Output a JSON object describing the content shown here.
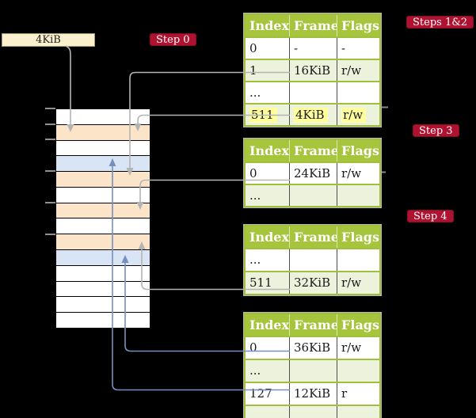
{
  "frame_box": {
    "label": "4KiB"
  },
  "step_labels": [
    {
      "id": "step-0",
      "text": "Step 0"
    },
    {
      "id": "steps-1-2",
      "text": "Steps 1&2"
    },
    {
      "id": "step-3",
      "text": "Step 3"
    },
    {
      "id": "step-4",
      "text": "Step 4"
    }
  ],
  "page_tables": [
    {
      "id": "steps-1-2",
      "headers": [
        "Index",
        "Frame",
        "Flags"
      ],
      "rows": [
        {
          "index": "0",
          "frame": "-",
          "flags": "-",
          "shaded": false,
          "highlighted": false
        },
        {
          "index": "1",
          "frame": "16KiB",
          "flags": "r/w",
          "shaded": true,
          "highlighted": false
        },
        {
          "index": "...",
          "frame": "",
          "flags": "",
          "shaded": false,
          "highlighted": false
        },
        {
          "index": "511",
          "frame": "4KiB",
          "flags": "r/w",
          "shaded": true,
          "highlighted": true
        }
      ]
    },
    {
      "id": "step-3",
      "headers": [
        "Index",
        "Frame",
        "Flags"
      ],
      "rows": [
        {
          "index": "0",
          "frame": "24KiB",
          "flags": "r/w",
          "shaded": false,
          "highlighted": false
        },
        {
          "index": "...",
          "frame": "",
          "flags": "",
          "shaded": true,
          "highlighted": false
        }
      ]
    },
    {
      "id": "step-4",
      "headers": [
        "Index",
        "Frame",
        "Flags"
      ],
      "rows": [
        {
          "index": "...",
          "frame": "",
          "flags": "",
          "shaded": false,
          "highlighted": false
        },
        {
          "index": "511",
          "frame": "32KiB",
          "flags": "r/w",
          "shaded": true,
          "highlighted": false
        }
      ]
    },
    {
      "id": "final",
      "headers": [
        "Index",
        "Frame",
        "Flags"
      ],
      "rows": [
        {
          "index": "0",
          "frame": "36KiB",
          "flags": "r/w",
          "shaded": false,
          "highlighted": false
        },
        {
          "index": "...",
          "frame": "",
          "flags": "",
          "shaded": true,
          "highlighted": false
        },
        {
          "index": "127",
          "frame": "12KiB",
          "flags": "r",
          "shaded": false,
          "highlighted": false
        },
        {
          "index": "...",
          "frame": "",
          "flags": "",
          "shaded": true,
          "highlighted": false
        }
      ]
    }
  ],
  "memory_column": {
    "rows": [
      {
        "kind": "free"
      },
      {
        "kind": "page_table"
      },
      {
        "kind": "free"
      },
      {
        "kind": "data"
      },
      {
        "kind": "page_table"
      },
      {
        "kind": "free"
      },
      {
        "kind": "page_table"
      },
      {
        "kind": "free"
      },
      {
        "kind": "page_table"
      },
      {
        "kind": "data"
      },
      {
        "kind": "free"
      },
      {
        "kind": "free"
      },
      {
        "kind": "free"
      },
      {
        "kind": "free"
      }
    ]
  },
  "connections": [
    {
      "id": "label-to-4kib-frame",
      "color": "gray"
    },
    {
      "id": "pt1-idx1-to-16kib-frame",
      "color": "gray"
    },
    {
      "id": "pt1-idx511-to-4kib-frame",
      "color": "gray"
    },
    {
      "id": "pt2-idx0-to-24kib-frame",
      "color": "gray"
    },
    {
      "id": "pt3-idx511-to-32kib-frame",
      "color": "gray"
    },
    {
      "id": "pt4-idx0-to-36kib-frame",
      "color": "blue"
    },
    {
      "id": "pt4-idx127-to-12kib-frame",
      "color": "blue"
    }
  ],
  "colors": {
    "header_green": "#a6c43c",
    "table_border_green": "#a0bf3a",
    "row_green": "#edf2dc",
    "highlight_yellow": "#ffff9d",
    "page_table_frame": "#fce4c8",
    "data_frame": "#d9e5f4",
    "frame_box_cream": "#fbf0cd",
    "label_red": "#ae1230",
    "arrow_gray": "#b4b4b4",
    "arrow_blue": "#7590bf"
  }
}
